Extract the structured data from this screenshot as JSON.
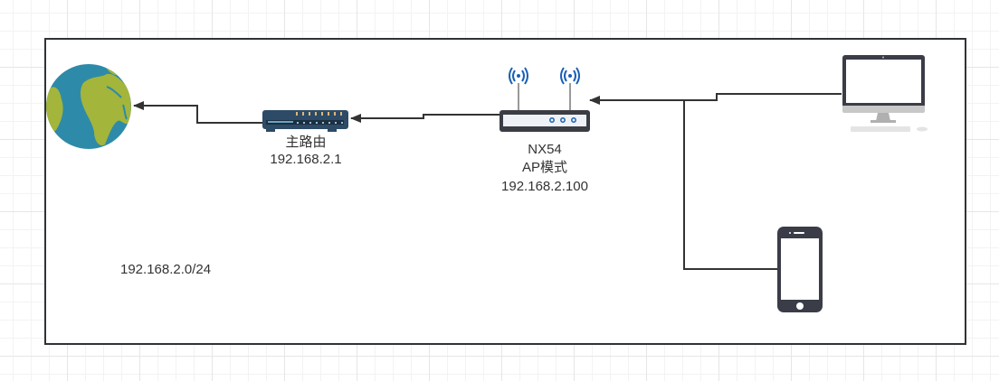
{
  "diagram": {
    "subnet_label": "192.168.2.0/24",
    "nodes": {
      "internet": {
        "icon": "globe-icon"
      },
      "main_router": {
        "icon": "switch-icon",
        "name": "主路由",
        "ip": "192.168.2.1"
      },
      "ap": {
        "icon": "wireless-router-icon",
        "name": "NX54",
        "mode": "AP模式",
        "ip": "192.168.2.100"
      },
      "desktop": {
        "icon": "desktop-computer-icon"
      },
      "phone": {
        "icon": "smartphone-icon"
      }
    },
    "edges": [
      {
        "from": "main_router",
        "to": "internet"
      },
      {
        "from": "ap",
        "to": "main_router"
      },
      {
        "from": "desktop",
        "to": "ap"
      },
      {
        "from": "phone",
        "to": "ap"
      }
    ],
    "colors": {
      "globe_ocean": "#2e8aa9",
      "globe_land": "#a3b53a",
      "switch_body": "#2d4a66",
      "router_body": "#3a3d44",
      "antenna_signal": "#1a5fb4",
      "device_dark": "#3a3d48",
      "line": "#333333"
    }
  }
}
